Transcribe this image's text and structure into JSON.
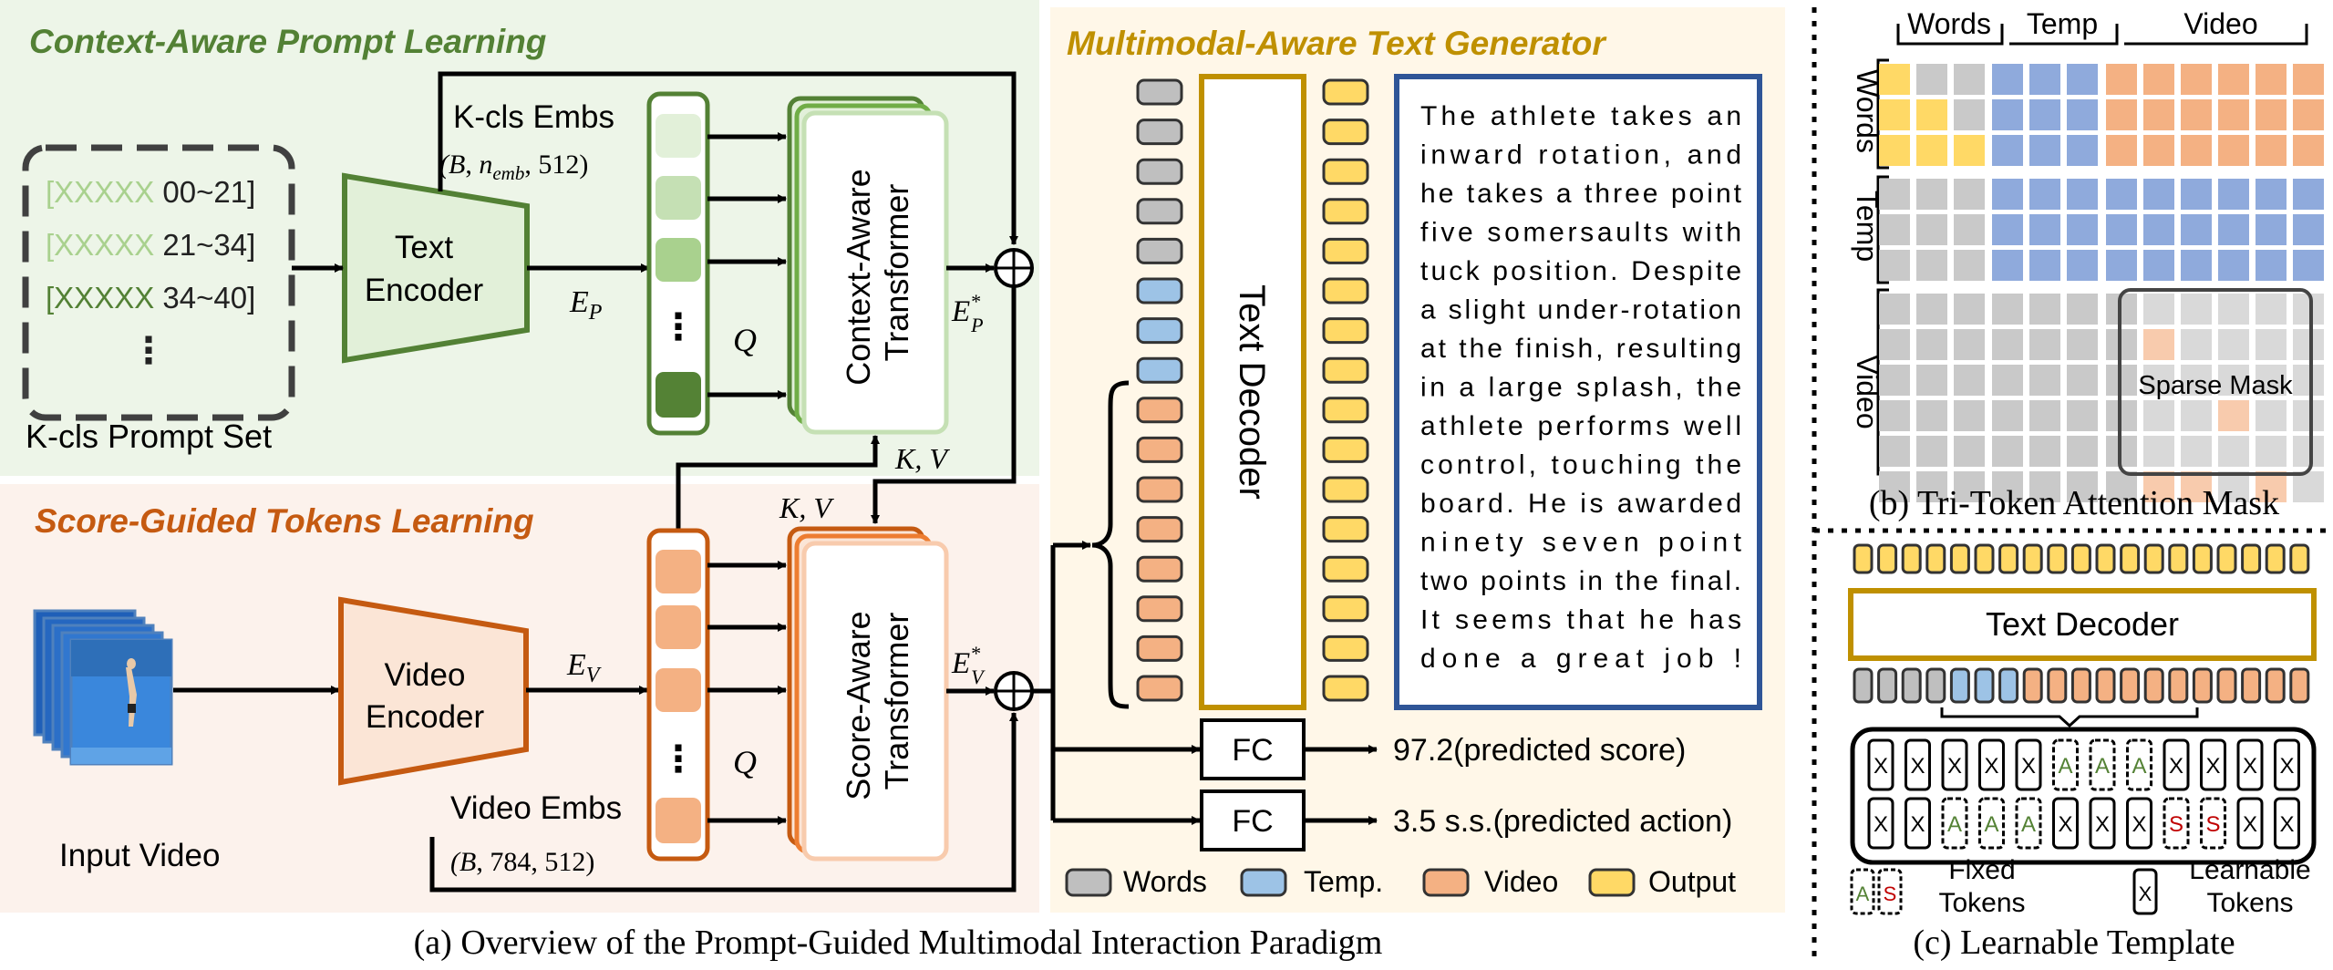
{
  "sections": {
    "context_title": "Context-Aware Prompt Learning",
    "score_title": "Score-Guided Tokens Learning",
    "text_gen_title": "Multimodal-Aware Text Generator"
  },
  "prompt_set": {
    "items": [
      {
        "bracket": "[XXXXX",
        "range": " 00~21]"
      },
      {
        "bracket": "[XXXXX",
        "range": " 21~34]"
      },
      {
        "bracket": "[XXXXX",
        "range": " 34~40]"
      }
    ],
    "ellipsis": "⋮",
    "caption": "K-cls Prompt Set"
  },
  "text_encoder": {
    "line1": "Text",
    "line2": "Encoder"
  },
  "video_encoder": {
    "line1": "Video",
    "line2": "Encoder"
  },
  "kcls_embs": {
    "label": "K-cls Embs",
    "shape": "(B, n_emb, 512)"
  },
  "video_embs": {
    "label": "Video Embs",
    "shape": "(B, 784, 512)"
  },
  "context_transformer": {
    "line1": "Context-Aware",
    "line2": "Transformer"
  },
  "score_transformer": {
    "line1": "Score-Aware",
    "line2": "Transformer"
  },
  "math": {
    "ep": "E_P",
    "ev": "E_V",
    "q": "Q",
    "kv": "K, V",
    "ep_star": "E*_P",
    "ev_star": "E*_V"
  },
  "input_video_caption": "Input Video",
  "text_decoder_label": "Text  Decoder",
  "generated_text": [
    "The athlete takes an",
    "inward rotation, and",
    "he takes a three point",
    "five somersaults with",
    "tuck position. Despite",
    "a slight under-rotation",
    "at the finish, resulting",
    "in a large splash, the",
    "athlete performs well",
    "control, touching the",
    "board. He is awarded",
    "ninety seven point",
    "two points in the final.",
    "It seems that he has",
    "done a great job !"
  ],
  "fc": {
    "label": "FC",
    "score_output": "97.2(predicted score)",
    "action_output": "3.5 s.s.(predicted action)"
  },
  "legend": {
    "words": "Words",
    "temp": "Temp.",
    "video": "Video",
    "output": "Output"
  },
  "mask_panel": {
    "col_words": "Words",
    "col_temp": "Temp",
    "col_video": "Video",
    "row_words": "Words",
    "row_temp": "Temp",
    "row_video": "Video",
    "sparse_mask": "Sparse Mask"
  },
  "template_panel": {
    "decoder_label": "Text  Decoder",
    "x": "X",
    "a": "A",
    "s": "S",
    "fixed_line1": "Fixed",
    "fixed_line2": "Tokens",
    "learnable_line1": "Learnable",
    "learnable_line2": "Tokens"
  },
  "captions": {
    "a": "(a) Overview of the Prompt-Guided Multimodal Interaction Paradigm",
    "b": "(b) Tri-Token Attention Mask",
    "c": "(c) Learnable Template"
  },
  "colors": {
    "green_dark": "#538135",
    "green_bg": "#edf5e8",
    "orange_dark": "#c55a11",
    "orange_bg": "#fcf2ec",
    "gold": "#bf9000",
    "gold_bg": "#fff7e8",
    "blue_dark": "#2f5597",
    "gray_token": "#bfbfbf",
    "blue_token": "#9dc3e6",
    "orange_token": "#f4b183",
    "yellow_token": "#ffd966"
  }
}
